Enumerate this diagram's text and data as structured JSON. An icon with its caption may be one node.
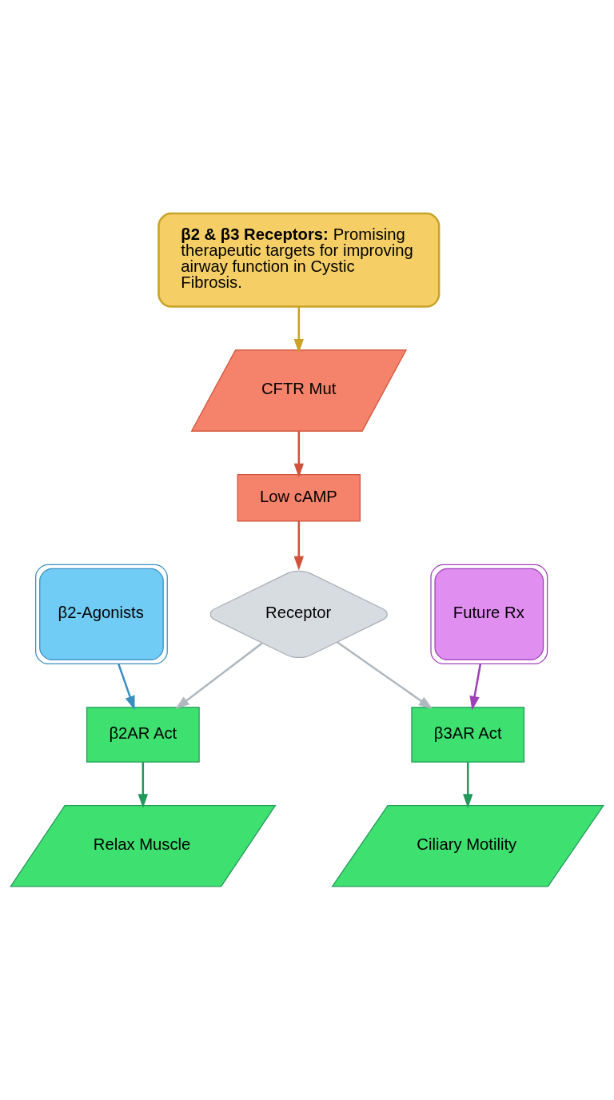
{
  "diagram": {
    "nodes": [
      {
        "text": [
          "**β2 & β3 Receptors:** Promising therapeutic targets for improving airway function in Cystic Fibrosis."
        ]
      },
      {
        "text": [
          "CFTR Mut"
        ]
      },
      {
        "text": [
          "Low cAMP"
        ]
      },
      {
        "text": [
          "Receptor"
        ]
      },
      {
        "text": [
          "β2-Agonists"
        ]
      },
      {
        "text": [
          "Future Rx"
        ]
      },
      {
        "text": [
          "β2AR Act"
        ]
      },
      {
        "text": [
          "β3AR Act"
        ]
      },
      {
        "text": [
          "Relax Muscle"
        ]
      },
      {
        "text": [
          "Ciliary Motility"
        ]
      }
    ],
    "edges": [
      {
        "from": 0,
        "to": 1,
        "arrow": "to",
        "color": "#c9a227"
      },
      {
        "from": 1,
        "to": 2,
        "arrow": "to",
        "color": "#d0533c"
      },
      {
        "from": 2,
        "to": 3,
        "arrow": "to",
        "color": "#d0533c"
      },
      {
        "from": 3,
        "to": 6,
        "arrow": "to",
        "color": "#b0b8c0"
      },
      {
        "from": 3,
        "to": 7,
        "arrow": "to",
        "color": "#b0b8c0"
      },
      {
        "from": 4,
        "to": 6,
        "arrow": "to",
        "color": "#3a8fc0"
      },
      {
        "from": 5,
        "to": 7,
        "arrow": "to",
        "color": "#a040b8"
      },
      {
        "from": 6,
        "to": 8,
        "arrow": "to",
        "color": "#22995a"
      },
      {
        "from": 7,
        "to": 9,
        "arrow": "to",
        "color": "#22995a"
      }
    ]
  }
}
